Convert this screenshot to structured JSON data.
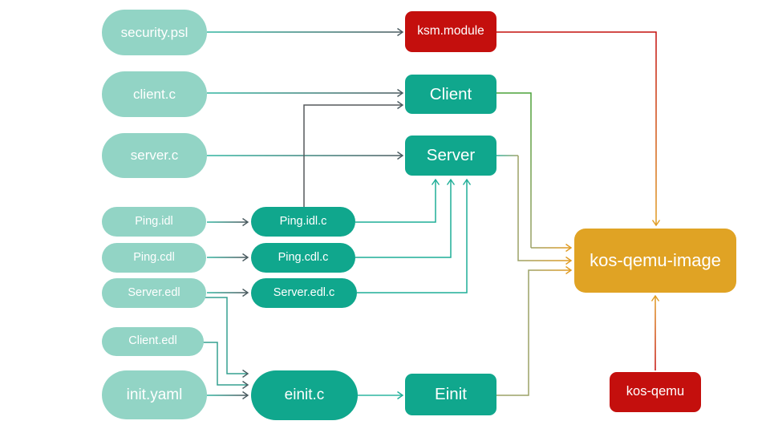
{
  "palette": {
    "source": "#92D4C5",
    "teal": "#10A78D",
    "red": "#C40F0D",
    "orange": "#E0A324",
    "line_teal": "#2FB5A0",
    "line_dark": "#4A5B60",
    "line_gray": "#55595B",
    "line_green": "#4CA238",
    "line_olive": "#9CA267",
    "line_orange_arrow": "#E09B22",
    "text": "#FFFFFF"
  },
  "nodes": {
    "security_psl": "security.psl",
    "client_c": "client.c",
    "server_c": "server.c",
    "ping_idl": "Ping.idl",
    "ping_cdl": "Ping.cdl",
    "server_edl": "Server.edl",
    "client_edl": "Client.edl",
    "init_yaml": "init.yaml",
    "ping_idl_c": "Ping.idl.c",
    "ping_cdl_c": "Ping.cdl.c",
    "server_edl_c": "Server.edl.c",
    "einit_c": "einit.c",
    "ksm_module": "ksm.module",
    "client": "Client",
    "server": "Server",
    "einit": "Einit",
    "kos_qemu_image": "kos-qemu-image",
    "kos_qemu": "kos-qemu"
  },
  "edges": [
    {
      "from": "security.psl",
      "to": "ksm.module"
    },
    {
      "from": "client.c",
      "to": "Client"
    },
    {
      "from": "server.c",
      "to": "Server"
    },
    {
      "from": "Ping.idl",
      "to": "Ping.idl.c"
    },
    {
      "from": "Ping.cdl",
      "to": "Ping.cdl.c"
    },
    {
      "from": "Server.edl",
      "to": "Server.edl.c"
    },
    {
      "from": "Ping.idl.c",
      "to": "Client"
    },
    {
      "from": "Ping.idl.c",
      "to": "Server"
    },
    {
      "from": "Ping.cdl.c",
      "to": "Server"
    },
    {
      "from": "Server.edl.c",
      "to": "Server"
    },
    {
      "from": "Server.edl",
      "to": "einit.c"
    },
    {
      "from": "Client.edl",
      "to": "einit.c"
    },
    {
      "from": "init.yaml",
      "to": "einit.c"
    },
    {
      "from": "einit.c",
      "to": "Einit"
    },
    {
      "from": "ksm.module",
      "to": "kos-qemu-image"
    },
    {
      "from": "Client",
      "to": "kos-qemu-image"
    },
    {
      "from": "Server",
      "to": "kos-qemu-image"
    },
    {
      "from": "Einit",
      "to": "kos-qemu-image"
    },
    {
      "from": "kos-qemu",
      "to": "kos-qemu-image"
    }
  ]
}
